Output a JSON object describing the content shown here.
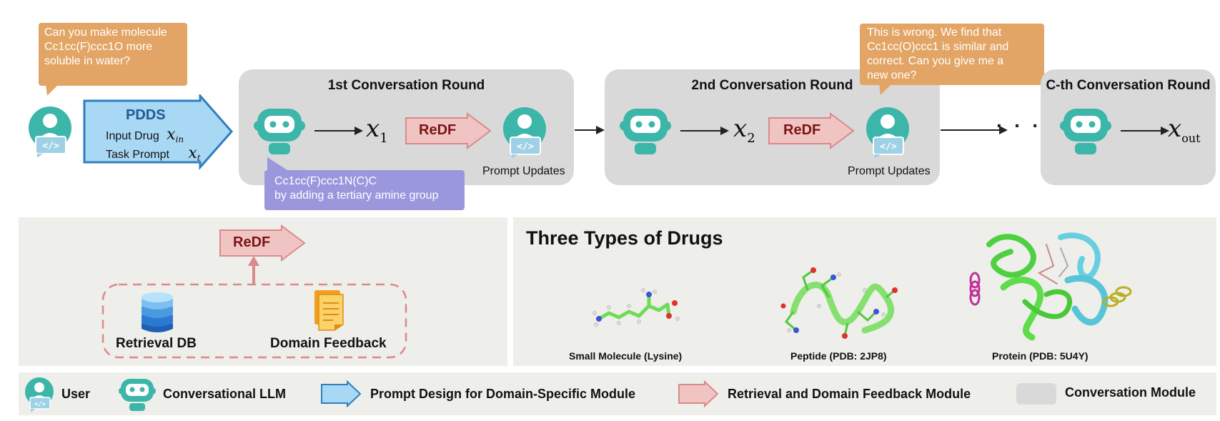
{
  "user_query": [
    "Can you make molecule",
    "Cc1cc(F)ccc1O more",
    "soluble in water?"
  ],
  "pdds": {
    "title": "PDDS",
    "input_drug_label": "Input Drug",
    "input_drug_symbol": "x",
    "input_drug_sub": "in",
    "task_prompt_label": "Task Prompt",
    "task_prompt_symbol": "x",
    "task_prompt_sub": "t"
  },
  "rounds": [
    {
      "title": "1st Conversation Round",
      "output_symbol": "x",
      "output_sub": "1",
      "redf_label": "ReDF",
      "update_label": "Prompt Updates"
    },
    {
      "title": "2nd Conversation Round",
      "output_symbol": "x",
      "output_sub": "2",
      "redf_label": "ReDF",
      "update_label": "Prompt Updates"
    },
    {
      "title": "C-th Conversation Round",
      "output_symbol": "x",
      "output_sub": "out"
    }
  ],
  "llm_reply": [
    "Cc1cc(F)ccc1N(C)C",
    "by adding a tertiary amine group"
  ],
  "user_feedback": [
    "This is wrong. We find that",
    "Cc1cc(O)ccc1 is similar and",
    "correct. Can you give me a",
    "new one?"
  ],
  "ellipsis": "· · ·",
  "redf_panel": {
    "redf_label": "ReDF",
    "retrieval_db_label": "Retrieval DB",
    "domain_feedback_label": "Domain Feedback"
  },
  "drugs_panel": {
    "title": "Three Types of Drugs",
    "captions": [
      "Small Molecule (Lysine)",
      "Peptide (PDB: 2JP8)",
      "Protein (PDB: 5U4Y)"
    ]
  },
  "legend": {
    "user": "User",
    "llm": "Conversational LLM",
    "pdds": "Prompt Design for Domain-Specific Module",
    "redf": "Retrieval and Domain Feedback Module",
    "conversation": "Conversation Module"
  },
  "colors": {
    "teal": "#3bb6a9",
    "pdds_fill": "#a9d8f5",
    "pdds_stroke": "#2d7fc0",
    "redf_fill": "#f1c4c4",
    "redf_stroke": "#d98a8a",
    "user_bubble": "#e3a565",
    "llm_bubble": "#9a97dd",
    "round_box": "#d9d9d9",
    "panel": "#eeeeea"
  }
}
